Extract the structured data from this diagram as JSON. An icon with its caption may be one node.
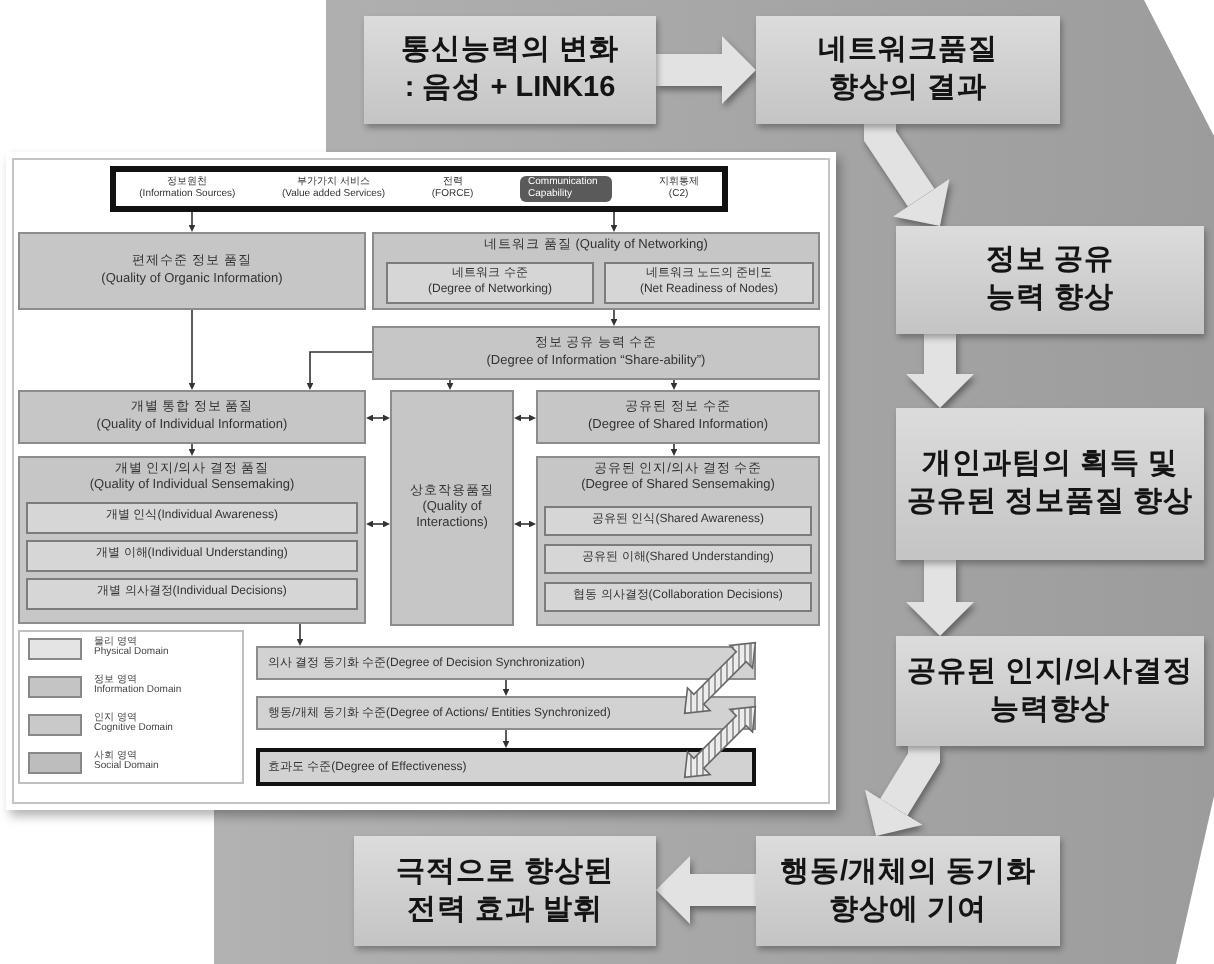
{
  "diagram": {
    "nodes": [
      {
        "text": [
          "통신능력의 변화 : 음성 + LINK16"
        ]
      },
      {
        "text": [
          "네트워크품질 향상의 결과"
        ]
      },
      {
        "text": [
          "정보 공유 능력 향상"
        ]
      },
      {
        "text": [
          "개인과팀의 획득 및 공유된 정보품질 향상"
        ]
      },
      {
        "text": [
          "공유된 인지/의사결정 능력향상"
        ]
      },
      {
        "text": [
          "행동/개체의 동기화 향상에 기여"
        ]
      },
      {
        "text": [
          "극적으로 향상된 전력 효과 발휘"
        ]
      },
      {
        "text": [
          "정보원천",
          "(Information Sources)",
          "부가가치 서비스",
          "(Value added Services)",
          "전력",
          "(FORCE)",
          "Communication Capability",
          "지휘통제",
          "(C2)"
        ]
      },
      {
        "text": [
          "편제수준 정보 품질",
          "(Quality of Organic Information)"
        ]
      },
      {
        "text": [
          "네트워크 품질 (Quality of Networking)"
        ]
      },
      {
        "text": [
          "네트워크 수준",
          "(Degree of Networking)"
        ],
        "in": 9
      },
      {
        "text": [
          "네트워크 노드의 준비도",
          "(Net Readiness of Nodes)"
        ],
        "in": 9
      },
      {
        "text": [
          "정보 공유 능력 수준",
          "(Degree of Information “Share-ability”)"
        ]
      },
      {
        "text": [
          "개별 통합 정보 품질",
          "(Quality of Individual Information)"
        ]
      },
      {
        "text": [
          "상호작용품질",
          "(Quality of Interactions)"
        ]
      },
      {
        "text": [
          "공유된 정보 수준",
          "(Degree of Shared Information)"
        ]
      },
      {
        "text": [
          "개별 인지/의사 결정 품질",
          "(Quality of Individual Sensemaking)"
        ]
      },
      {
        "text": [
          "개별 인식(Individual Awareness)"
        ],
        "in": 16
      },
      {
        "text": [
          "개별 이해(Individual Understanding)"
        ],
        "in": 16
      },
      {
        "text": [
          "개별 의사결정(Individual Decisions)"
        ],
        "in": 16
      },
      {
        "text": [
          "공유된 인지/의사 결정 수준",
          "(Degree of Shared Sensemaking)"
        ]
      },
      {
        "text": [
          "공유된 인식(Shared Awareness)"
        ],
        "in": 20
      },
      {
        "text": [
          "공유된 이해(Shared Understanding)"
        ],
        "in": 20
      },
      {
        "text": [
          "협동 의사결정(Collaboration Decisions)"
        ],
        "in": 20
      },
      {
        "text": [
          "의사 결정 동기화 수준(Degree of Decision Synchronization)"
        ]
      },
      {
        "text": [
          "행동/개체 동기화 수준(Degree of Actions/ Entities Synchronized)"
        ]
      },
      {
        "text": [
          "효과도 수준(Degree of Effectiveness)"
        ]
      }
    ],
    "edges": [
      {
        "from": 0,
        "to": 1,
        "arrow": "to",
        "style": "thick",
        "color": "#e2e2e2"
      },
      {
        "from": 1,
        "to": 2,
        "arrow": "to",
        "style": "thick",
        "color": "#e2e2e2"
      },
      {
        "from": 2,
        "to": 3,
        "arrow": "to",
        "style": "thick",
        "color": "#e2e2e2"
      },
      {
        "from": 3,
        "to": 4,
        "arrow": "to",
        "style": "thick",
        "color": "#e2e2e2"
      },
      {
        "from": 4,
        "to": 5,
        "arrow": "to",
        "style": "thick",
        "color": "#e2e2e2"
      },
      {
        "from": 5,
        "to": 6,
        "arrow": "to",
        "style": "thick",
        "color": "#e2e2e2"
      },
      {
        "from": 7,
        "to": 8,
        "arrow": "to"
      },
      {
        "from": 7,
        "to": 9,
        "arrow": "to"
      },
      {
        "from": 9,
        "to": 12,
        "arrow": "to"
      },
      {
        "from": 8,
        "to": 13,
        "arrow": "to"
      },
      {
        "from": 12,
        "to": 13,
        "arrow": "to"
      },
      {
        "from": 12,
        "to": 14,
        "arrow": "to"
      },
      {
        "from": 12,
        "to": 15,
        "arrow": "to"
      },
      {
        "from": 13,
        "to": 14,
        "arrow": "both"
      },
      {
        "from": 14,
        "to": 15,
        "arrow": "both"
      },
      {
        "from": 13,
        "to": 16,
        "arrow": "to"
      },
      {
        "from": 16,
        "to": 14,
        "arrow": "both"
      },
      {
        "from": 14,
        "to": 20,
        "arrow": "both"
      },
      {
        "from": 15,
        "to": 20,
        "arrow": "to"
      },
      {
        "from": 16,
        "to": 24,
        "arrow": "to"
      },
      {
        "from": 24,
        "to": 25,
        "arrow": "to"
      },
      {
        "from": 25,
        "to": 26,
        "arrow": "to"
      }
    ],
    "legend": [
      {
        "text": "물리 영역 Physical Domain",
        "color": "#e4e4e4"
      },
      {
        "text": "정보 영역 Information Domain",
        "color": "#c4c4c4"
      },
      {
        "text": "인지 영역 Cognitive Domain",
        "color": "#c9c9c9"
      },
      {
        "text": "사회 영역 Social Domain",
        "color": "#bdbdbd"
      }
    ]
  }
}
